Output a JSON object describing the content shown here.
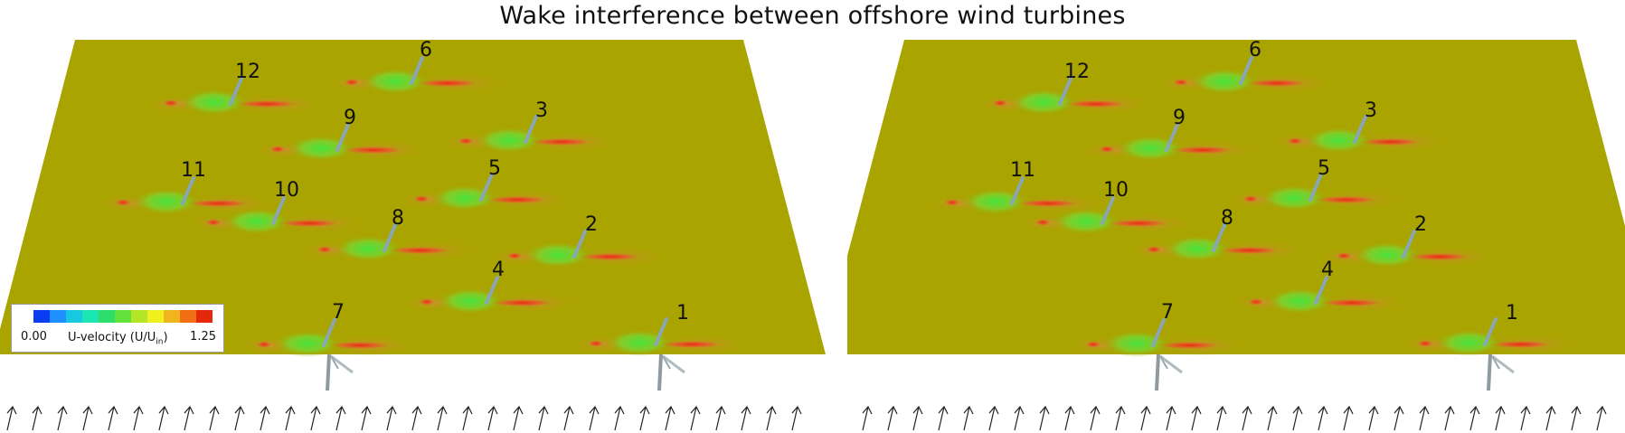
{
  "title": "Wake interference between offshore wind turbines",
  "colors": {
    "sea": "#a9a400",
    "wake_core": "#3fdc3c",
    "wake_mid": "#8ccf2a",
    "speedup": "#e8361a",
    "speedup_soft": "#d98a3a",
    "tower": "#8aa6b4"
  },
  "legend": {
    "min": "0.00",
    "max": "1.25",
    "label_main": "U-velocity (U/U",
    "label_sub": "in",
    "label_close": ")",
    "colors": [
      "#0a3cf0",
      "#1e90ff",
      "#18c8e0",
      "#1ce6b4",
      "#2ede6a",
      "#64e03c",
      "#b4e628",
      "#f0f01e",
      "#f0b41e",
      "#f06e14",
      "#e6280a"
    ]
  },
  "panels": [
    {
      "name": "left-panel",
      "turbines": [
        {
          "label": "1"
        },
        {
          "label": "2"
        },
        {
          "label": "3"
        },
        {
          "label": "4"
        },
        {
          "label": "5"
        },
        {
          "label": "6"
        },
        {
          "label": "7"
        },
        {
          "label": "8"
        },
        {
          "label": "9"
        },
        {
          "label": "10"
        },
        {
          "label": "11"
        },
        {
          "label": "12"
        }
      ]
    },
    {
      "name": "right-panel",
      "turbines": [
        {
          "label": "1"
        },
        {
          "label": "2"
        },
        {
          "label": "3"
        },
        {
          "label": "4"
        },
        {
          "label": "5"
        },
        {
          "label": "6"
        },
        {
          "label": "7"
        },
        {
          "label": "8"
        },
        {
          "label": "9"
        },
        {
          "label": "10"
        },
        {
          "label": "11"
        },
        {
          "label": "12"
        }
      ]
    }
  ]
}
